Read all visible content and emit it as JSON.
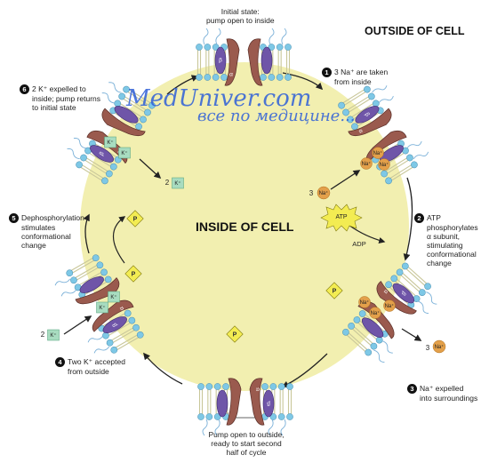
{
  "outside_label": "OUTSIDE OF CELL",
  "inside_label": "INSIDE OF CELL",
  "watermark": {
    "site": "MedUniver.com",
    "tagline": "все по медицине..."
  },
  "initial_state": {
    "line1": "Initial state:",
    "line2": "pump open to inside"
  },
  "steps": [
    {
      "num": "1",
      "lines": [
        "3 Na⁺ are taken",
        "from inside"
      ]
    },
    {
      "num": "2",
      "lines": [
        "ATP",
        "phosphorylates",
        "α subunit,",
        "stimulating",
        "conformational",
        "change"
      ]
    },
    {
      "num": "3",
      "lines": [
        "Na⁺ expelled",
        "into surroundings"
      ]
    },
    {
      "num": "4",
      "lines": [
        "Two K⁺ accepted",
        "from outside"
      ]
    },
    {
      "num": "5",
      "lines": [
        "Dephosphorylation",
        "stimulates",
        "conformational",
        "change"
      ]
    },
    {
      "num": "6",
      "lines": [
        "2 K⁺ expelled to",
        "inside; pump returns",
        "to initial state"
      ]
    }
  ],
  "bottom_caption": {
    "line1": "Pump open to outside,",
    "line2": "ready to start second",
    "line3": "half of cycle"
  },
  "labels": {
    "atp": "ATP",
    "adp": "ADP",
    "phosphate": "P",
    "three_na": "3",
    "three_na_out": "3",
    "two_k_in": "2",
    "two_k_out": "2",
    "na_ion": "Na⁺",
    "k_ion": "K⁺",
    "alpha": "α",
    "beta": "β"
  },
  "colors": {
    "cytoplasm": "#f2efb0",
    "lipid_head": "#7ec8e6",
    "lipid_tail": "#c9c79a",
    "alpha_subunit": "#9a5a4e",
    "beta_subunit": "#6f55a8",
    "na_ion": "#e3a04a",
    "k_ion": "#a8dcc0",
    "phosphate": "#f3ec52",
    "atp": "#f3ec52",
    "watermark": "#2f5fd8"
  }
}
